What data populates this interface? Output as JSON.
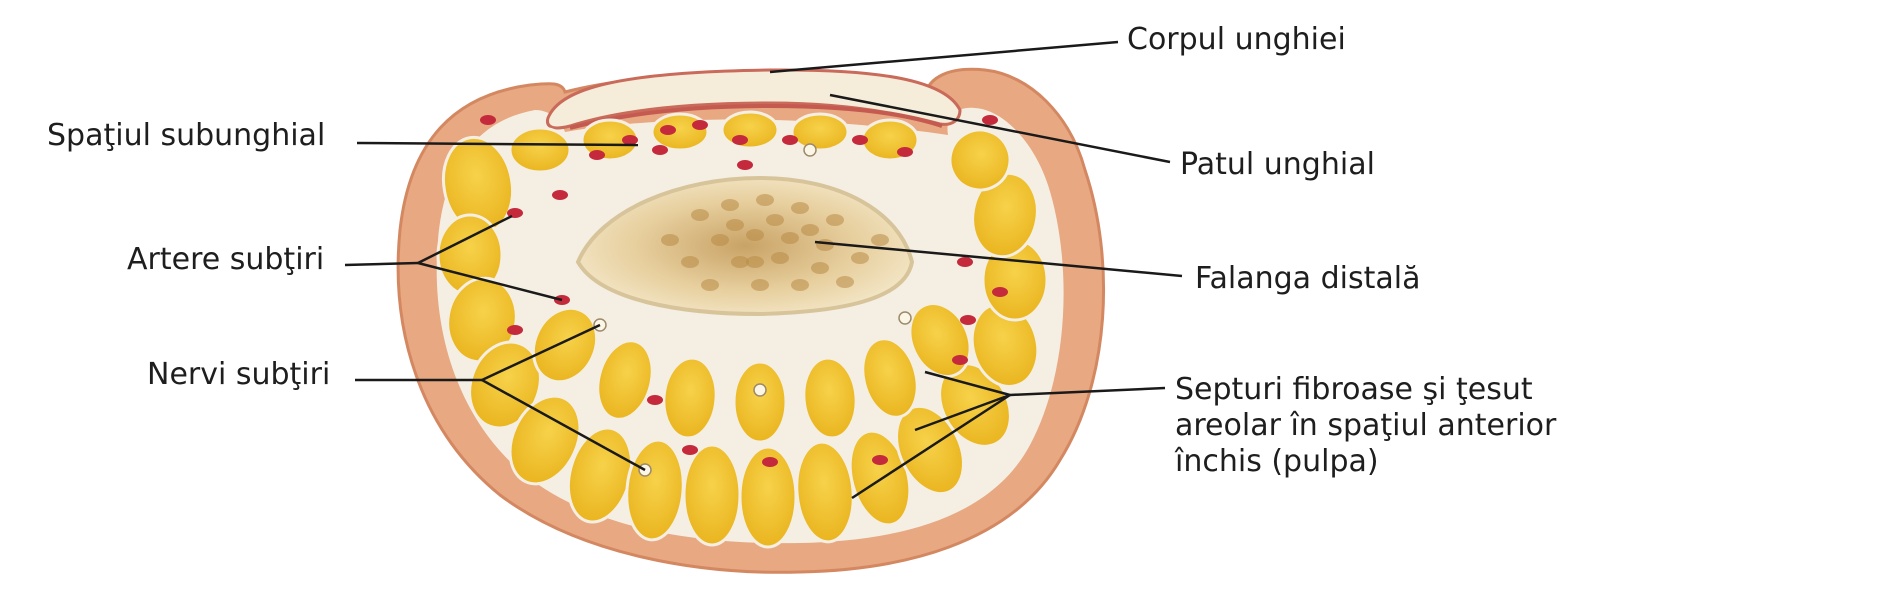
{
  "labels": {
    "corpul_unghiei": "Corpul unghiei",
    "spatiul_subunghial": "Spaţiul subunghial",
    "patul_unghial": "Patul unghial",
    "artere_subtiri": "Artere subţiri",
    "falanga_distala": "Falanga distală",
    "nervi_subtiri": "Nervi subţiri",
    "septuri_line1": "Septuri fibroase şi ţesut",
    "septuri_line2": "areolar în spaţiul anterior",
    "septuri_line3": "închis (pulpa)"
  },
  "colors": {
    "skin": "#e8a882",
    "fat": "#f2c530",
    "septa": "#f4efe2",
    "bone": "#efdcb6",
    "artery": "#c42a3c",
    "nail": "#f5ecd9",
    "leader": "#1a1a1a"
  }
}
